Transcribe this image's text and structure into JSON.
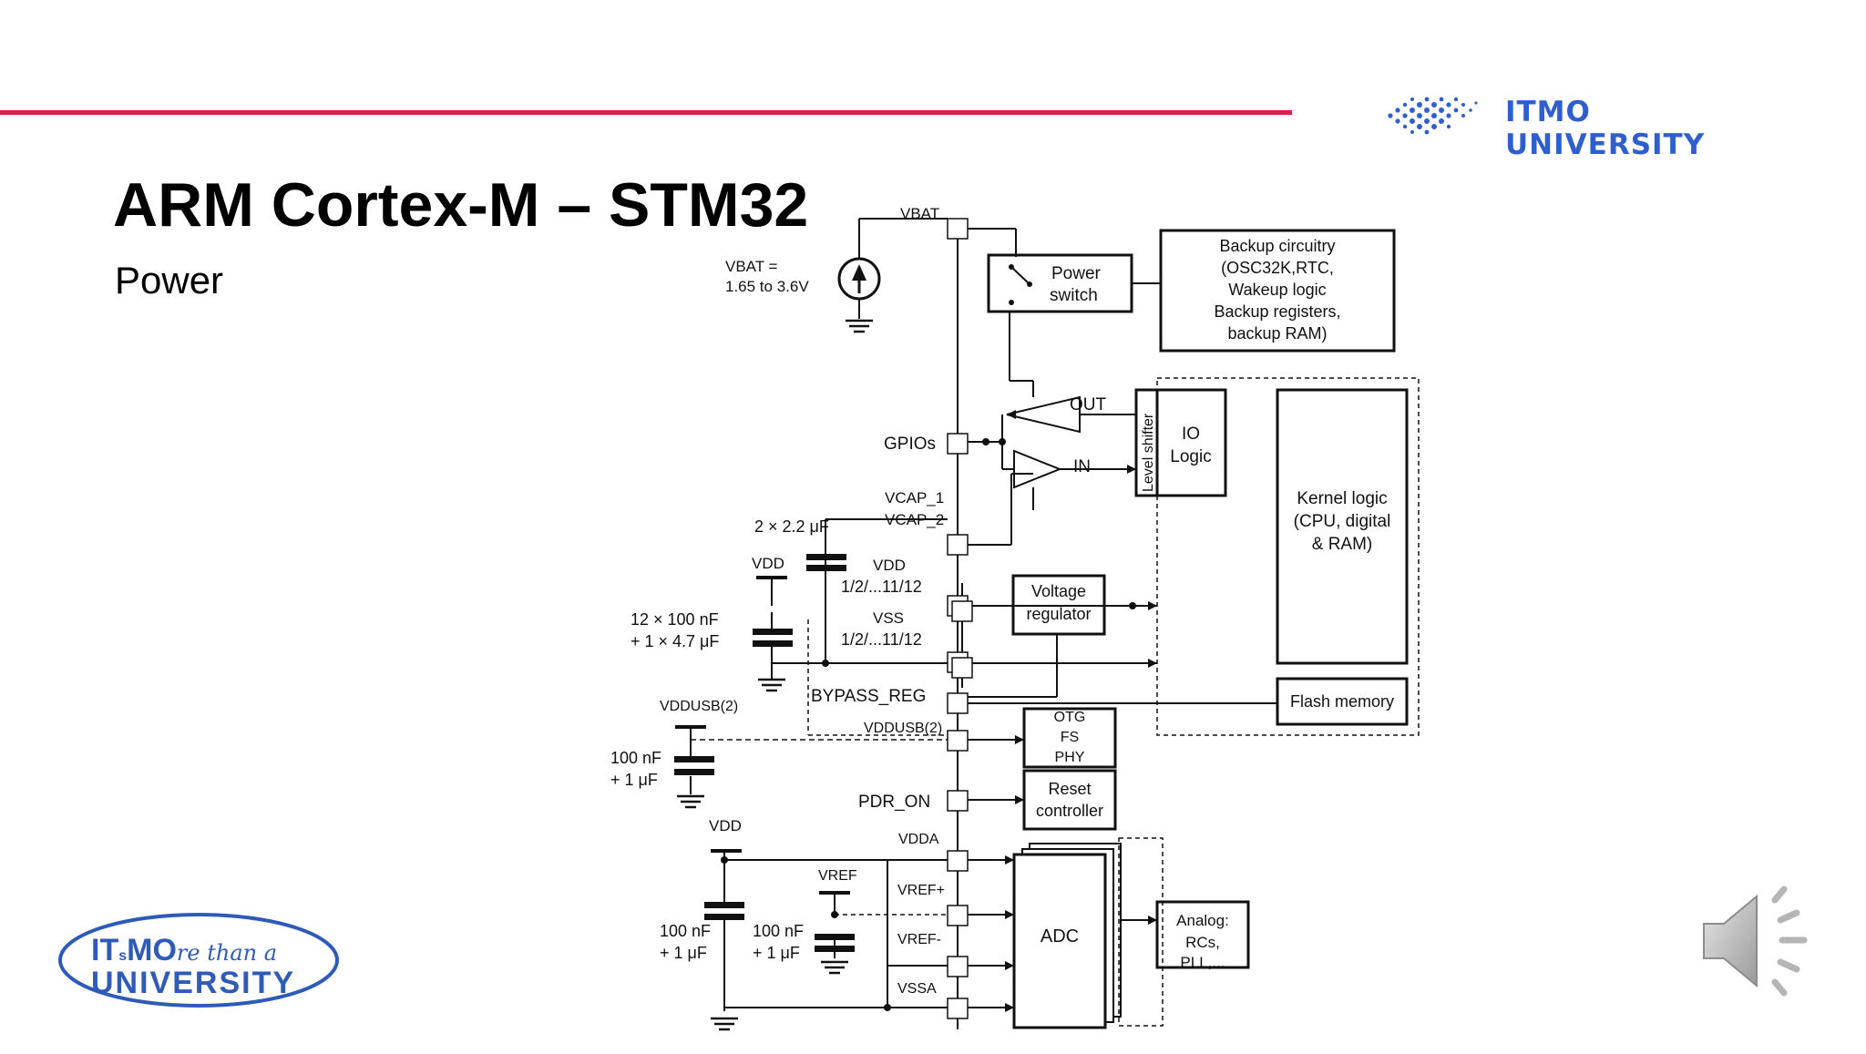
{
  "header": {
    "brand": "ITMO UNIVERSITY"
  },
  "slide": {
    "title": "ARM Cortex-M – STM32",
    "subtitle": "Power"
  },
  "diagram": {
    "vbat_pin": "VBAT",
    "vbat_range_line1": "VBAT =",
    "vbat_range_line2": "1.65 to 3.6V",
    "power_switch_line1": "Power",
    "power_switch_line2": "switch",
    "backup_lines": [
      "Backup circuitry",
      "(OSC32K,RTC,",
      "Wakeup logic",
      "Backup registers,",
      "backup RAM)"
    ],
    "out_label": "OUT",
    "in_label": "IN",
    "gpios_label": "GPIOs",
    "level_shifter": "Level shifter",
    "io_logic_line1": "IO",
    "io_logic_line2": "Logic",
    "kernel_lines": [
      "Kernel logic",
      "(CPU, digital",
      "& RAM)"
    ],
    "vcap1": "VCAP_1",
    "vcap2": "VCAP_2",
    "cap_vcap": "2 × 2.2 μF",
    "vdd_left": "VDD",
    "vdd_pin": "VDD",
    "vdd_pins_range": "1/2/...11/12",
    "vss_pin": "VSS",
    "vss_pins_range": "1/2/...11/12",
    "cap_vdd_line1": "12 × 100 nF",
    "cap_vdd_line2": "+ 1 × 4.7 μF",
    "voltage_regulator_line1": "Voltage",
    "voltage_regulator_line2": "regulator",
    "bypass_reg": "BYPASS_REG",
    "flash_memory": "Flash memory",
    "vddusb_left": "VDDUSB(2)",
    "vddusb_pin": "VDDUSB(2)",
    "cap_usb_line1": "100 nF",
    "cap_usb_line2": "+ 1 μF",
    "otg_lines": [
      "OTG",
      "FS",
      "PHY"
    ],
    "pdr_on": "PDR_ON",
    "reset_line1": "Reset",
    "reset_line2": "controller",
    "vdd_bottom": "VDD",
    "vdda_pin": "VDDA",
    "vref_label": "VREF",
    "vref_plus": "VREF+",
    "vref_minus": "VREF-",
    "vssa_pin": "VSSA",
    "cap_a_line1": "100 nF",
    "cap_a_line2": "+ 1 μF",
    "cap_b_line1": "100 nF",
    "cap_b_line2": "+ 1 μF",
    "adc_label": "ADC",
    "analog_lines": [
      "Analog:",
      "RCs,",
      "PLL,..."
    ]
  },
  "footer": {
    "badge_line1_prefix": "IT",
    "badge_line1_small": "s",
    "badge_line1_mo": "MO",
    "badge_line1_script": "re than a",
    "badge_line2": "UNIVERSITY"
  },
  "colors": {
    "accent_red": "#d6204a",
    "brand_blue": "#2f5fcf",
    "badge_blue": "#2e5bb8"
  },
  "icons": {
    "speaker": "speaker-icon"
  }
}
